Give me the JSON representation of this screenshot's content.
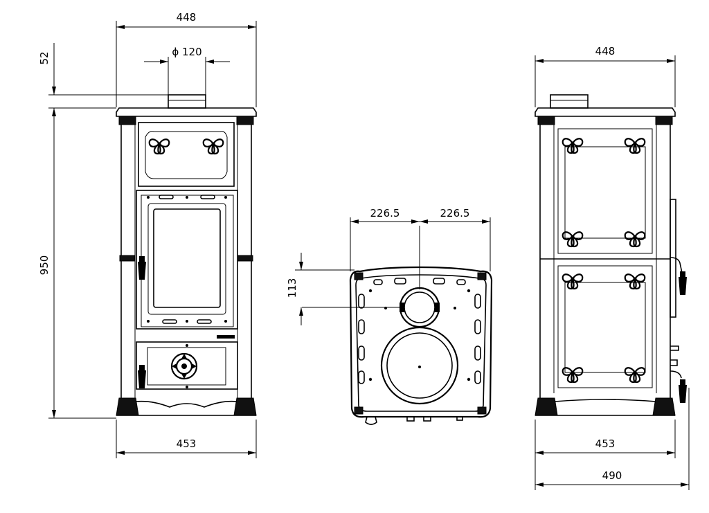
{
  "front_view": {
    "top_width": "448",
    "flue_diameter": "ϕ  120",
    "flue_height": "52",
    "total_height": "950",
    "base_width": "453"
  },
  "top_view": {
    "half_width_left": "226.5",
    "half_width_right": "226.5",
    "flue_offset": "113"
  },
  "side_view": {
    "top_width": "448",
    "base_width": "453",
    "overall_depth": "490"
  }
}
